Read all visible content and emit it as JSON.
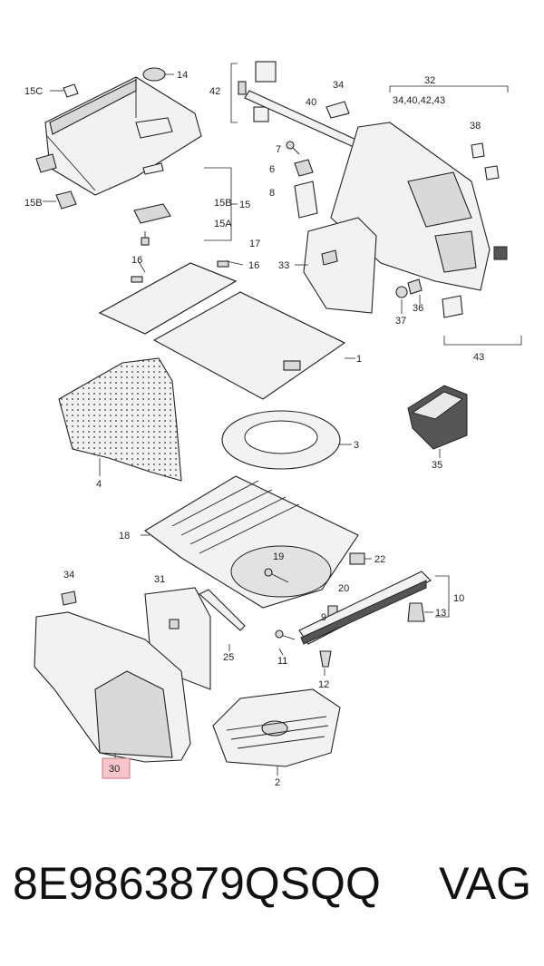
{
  "diagram": {
    "highlight_color": "#f5c6cc",
    "highlight_stroke": "#d9737f",
    "labels": {
      "l14": "14",
      "l15c": "15C",
      "l42": "42",
      "l34top": "34",
      "l32": "32",
      "l32sub": "34,40,42,43",
      "l40": "40",
      "l38": "38",
      "l7": "7",
      "l6": "6",
      "l8": "8",
      "l15b_left": "15B",
      "l15b": "15B",
      "l15": "15",
      "l15a": "15A",
      "l17": "17",
      "l16a": "16",
      "l16b": "16",
      "l33": "33",
      "l36": "36",
      "l37": "37",
      "l43": "43",
      "l1": "1",
      "l3": "3",
      "l4": "4",
      "l35": "35",
      "l18": "18",
      "l19": "19",
      "l22": "22",
      "l34b": "34",
      "l31": "31",
      "l20": "20",
      "l10": "10",
      "l13": "13",
      "l9": "9",
      "l25": "25",
      "l11": "11",
      "l12": "12",
      "l30": "30",
      "l2": "2"
    }
  },
  "footer": {
    "part_number": "8E9863879QSQQ",
    "brand": "VAG"
  }
}
